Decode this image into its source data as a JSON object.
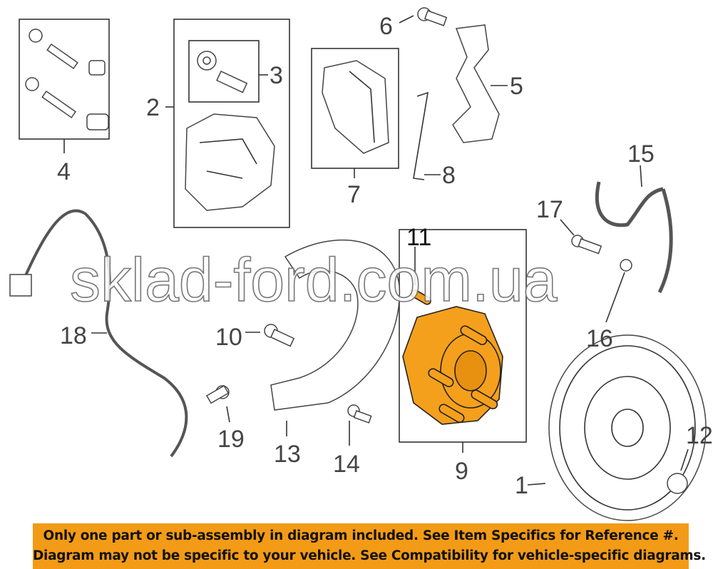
{
  "callouts": [
    "1",
    "2",
    "3",
    "4",
    "5",
    "6",
    "7",
    "8",
    "9",
    "10",
    "11",
    "12",
    "13",
    "14",
    "15",
    "16",
    "17",
    "18",
    "19"
  ],
  "highlighted_part": "9",
  "watermark": "sklad-ford.com.ua",
  "banner": {
    "line1": "Only one part or sub-assembly in diagram included. See Item Specifics for Reference #.",
    "line2": "Diagram may not be specific to your vehicle. See Compatibility for vehicle-specific diagrams."
  },
  "colors": {
    "highlight": "#f5a01c",
    "banner": "#f39b16",
    "lines": "#333333"
  }
}
